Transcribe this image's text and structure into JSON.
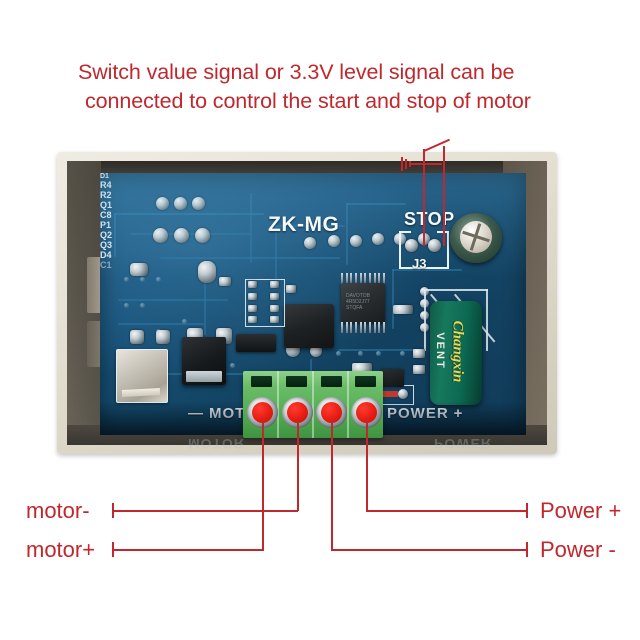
{
  "caption": {
    "line1": "Switch value signal or 3.3V level signal can be",
    "line2": "connected to control the start and stop of motor"
  },
  "annotations": {
    "motor_minus": "motor-",
    "motor_plus": "motor+",
    "power_plus": "Power +",
    "power_minus": "Power -"
  },
  "board": {
    "brand": "ZK-MG",
    "stop_label": "STOP",
    "jumper_label": "J3",
    "motor_silk": "— MOTOR —∣",
    "motor_silk_left": "—",
    "motor_silk_text": "MOTOR",
    "motor_silk_right": "+",
    "power_silk_left": "—",
    "power_silk_text": "POWER",
    "power_silk_right": "+",
    "motor_reflection": "MOTOR",
    "power_reflection": "POWER",
    "components": {
      "q1": "Q1",
      "q2": "Q2",
      "q3": "Q3",
      "d1": "D1",
      "d4": "D4",
      "r2": "R2",
      "r4": "R4",
      "c1": "C1",
      "c8": "C8",
      "p1": "P1",
      "ic_marking": "DAVOTOB\n4R5D2J77\nSTQFA"
    },
    "capacitor": {
      "brand": "Changxin",
      "vent": "VENT"
    }
  },
  "colors": {
    "annotation_red": "#c0282d",
    "pcb_blue": "#17517a",
    "terminal_green": "#55ad53",
    "screw_red": "#e81d12",
    "case_beige": "#e6e1d4",
    "cap_green": "#17785e",
    "cap_yellow": "#f0d64f"
  }
}
